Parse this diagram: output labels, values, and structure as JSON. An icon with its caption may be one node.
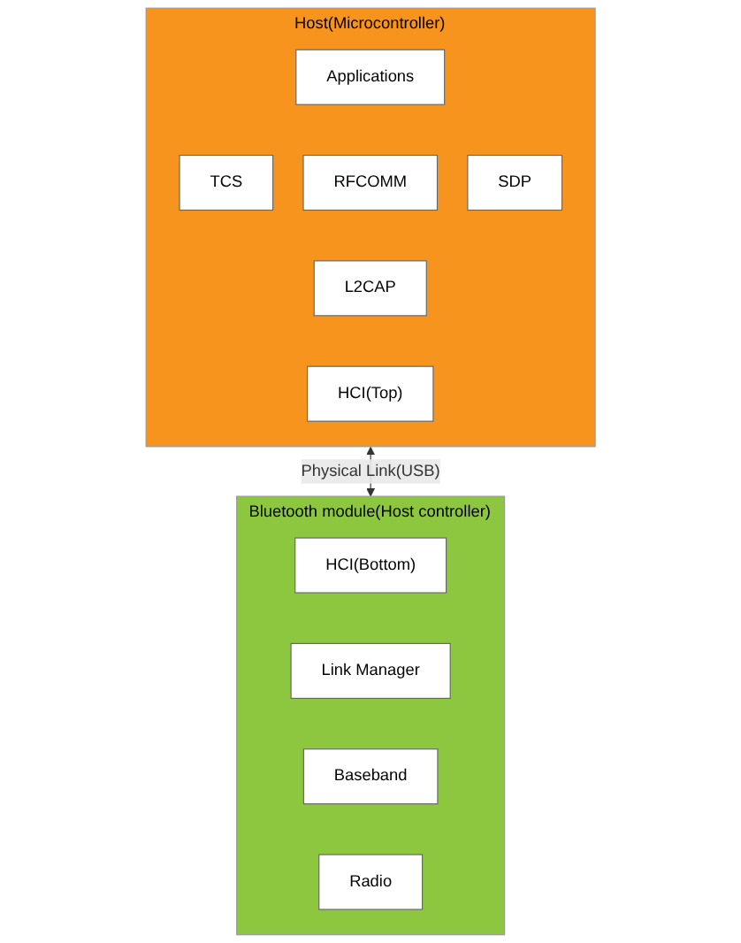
{
  "diagram": {
    "nodes": [
      {
        "text": [
          "Host(Microcontroller)"
        ]
      },
      {
        "text": [
          "Applications"
        ],
        "in": 0
      },
      {
        "text": [
          "TCS"
        ],
        "in": 0
      },
      {
        "text": [
          "RFCOMM"
        ],
        "in": 0
      },
      {
        "text": [
          "SDP"
        ],
        "in": 0
      },
      {
        "text": [
          "L2CAP"
        ],
        "in": 0
      },
      {
        "text": [
          "HCI(Top)"
        ],
        "in": 0
      },
      {
        "text": [
          "Bluetooth module(Host controller)"
        ]
      },
      {
        "text": [
          "HCI(Bottom)"
        ],
        "in": 7
      },
      {
        "text": [
          "Link Manager"
        ],
        "in": 7
      },
      {
        "text": [
          "Baseband"
        ],
        "in": 7
      },
      {
        "text": [
          "Radio"
        ],
        "in": 7
      }
    ],
    "edges": [
      {
        "from": 0,
        "to": 7,
        "arrow": "both",
        "label": "Physical Link(USB)"
      }
    ]
  }
}
